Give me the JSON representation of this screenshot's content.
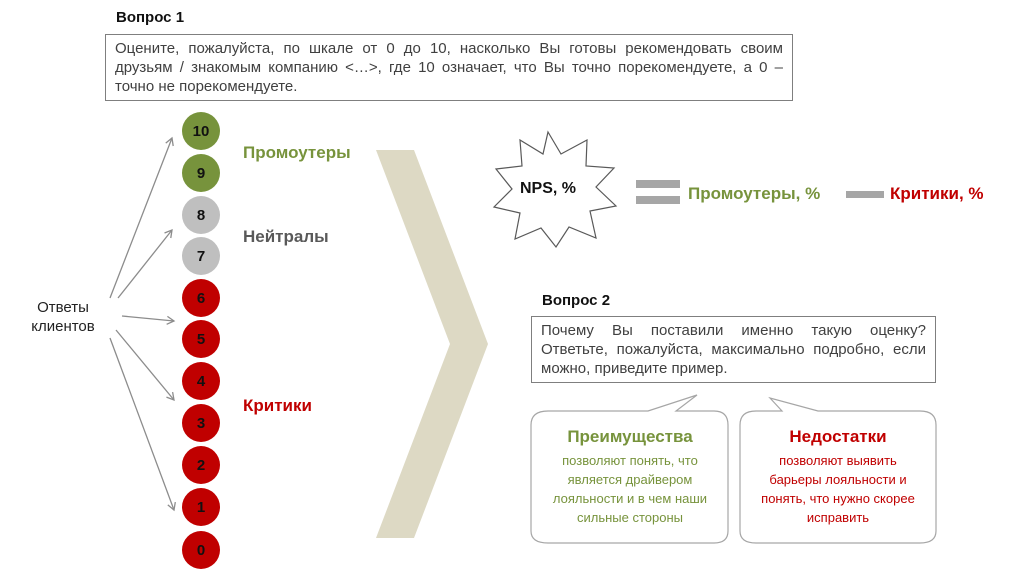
{
  "question1": {
    "heading": "Вопрос 1",
    "text": "Оцените, пожалуйста, по шкале от 0 до 10, насколько Вы готовы рекомендовать своим друзьям / знакомым компанию <…>, где 10 означает, что Вы точно порекомендуете, а 0 – точно не порекомендуете."
  },
  "customers_label": "Ответы клиентов",
  "scale": [
    {
      "value": "10",
      "group": "promoter"
    },
    {
      "value": "9",
      "group": "promoter"
    },
    {
      "value": "8",
      "group": "neutral"
    },
    {
      "value": "7",
      "group": "neutral"
    },
    {
      "value": "6",
      "group": "critic"
    },
    {
      "value": "5",
      "group": "critic"
    },
    {
      "value": "4",
      "group": "critic"
    },
    {
      "value": "3",
      "group": "critic"
    },
    {
      "value": "2",
      "group": "critic"
    },
    {
      "value": "1",
      "group": "critic"
    },
    {
      "value": "0",
      "group": "critic"
    }
  ],
  "groups": {
    "promoters": "Промоутеры",
    "neutrals": "Нейтралы",
    "critics": "Критики"
  },
  "formula": {
    "nps": "NPS, %",
    "promoters": "Промоутеры, %",
    "critics": "Критики, %"
  },
  "question2": {
    "heading": "Вопрос 2",
    "text": "Почему Вы поставили именно такую оценку? Ответьте, пожалуйста, максимально подробно, если можно, приведите пример."
  },
  "advantages": {
    "title": "Преимущества",
    "text": "позволяют понять, что является драйвером лояльности и в чем наши сильные стороны"
  },
  "disadvantages": {
    "title": "Недостатки",
    "text": "позволяют выявить барьеры лояльности и понять, что нужно скорее исправить"
  },
  "colors": {
    "promoter": "#77933c",
    "neutral": "#bfbfbf",
    "critic": "#c00000",
    "chevron": "#ddd9c4"
  }
}
